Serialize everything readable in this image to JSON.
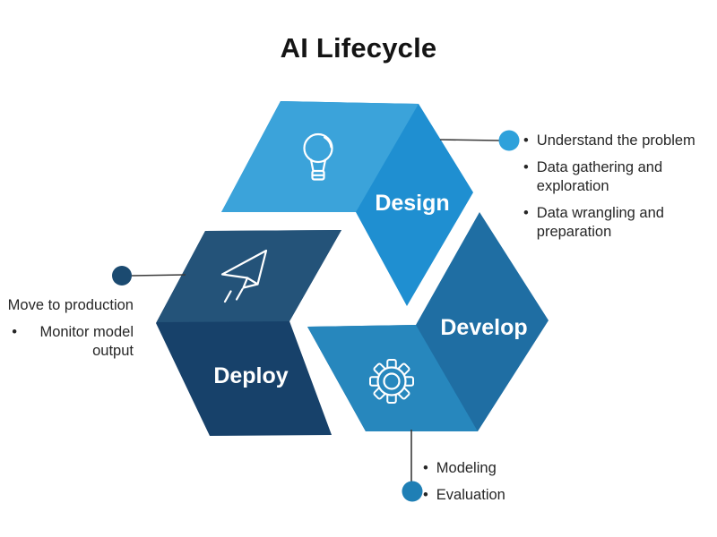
{
  "title": "AI Lifecycle",
  "stages": [
    {
      "label": "Design",
      "icon": "lightbulb-icon"
    },
    {
      "label": "Develop",
      "icon": "gear-icon"
    },
    {
      "label": "Deploy",
      "icon": "paper-plane-icon"
    }
  ],
  "annotations": {
    "design": {
      "items": [
        "Understand the problem",
        "Data gathering and exploration",
        "Data wrangling and preparation"
      ]
    },
    "develop": {
      "items": [
        "Modeling",
        "Evaluation"
      ]
    },
    "deploy": {
      "items": [
        "Move to production",
        "Monitor model output"
      ]
    }
  },
  "colors": {
    "background": "#FFFFFF",
    "title_text": "#141414",
    "body_text": "#262626",
    "label_text": "#FFFFFF",
    "icon_stroke": "#FFFFFF",
    "connector_line": "#3A3A3A",
    "design_light": "#3BA3DA",
    "design_dark": "#1F8FD1",
    "develop_light": "#2787BD",
    "develop_dark": "#1F6EA3",
    "deploy_light": "#245379",
    "deploy_dark": "#17416A",
    "dot_design": "#2EA1DB",
    "dot_develop": "#1F7FB5",
    "dot_deploy": "#1B4A70"
  }
}
